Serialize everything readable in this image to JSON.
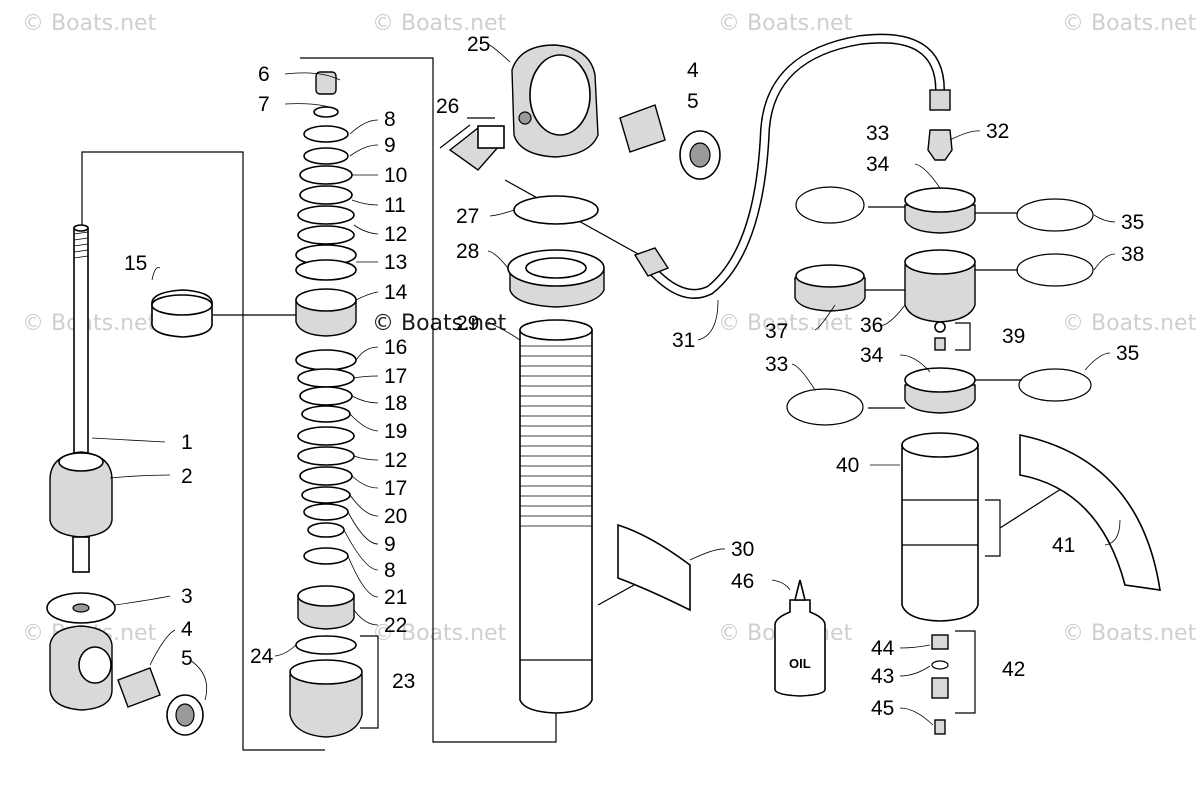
{
  "watermark": {
    "text": "© Boats.net",
    "center_text": "© Boats.net"
  },
  "oil_bottle_label": "OIL",
  "callouts": [
    {
      "id": "c1",
      "text": "1"
    },
    {
      "id": "c2",
      "text": "2"
    },
    {
      "id": "c3",
      "text": "3"
    },
    {
      "id": "c4a",
      "text": "4"
    },
    {
      "id": "c5a",
      "text": "5"
    },
    {
      "id": "c4b",
      "text": "4"
    },
    {
      "id": "c5b",
      "text": "5"
    },
    {
      "id": "c6",
      "text": "6"
    },
    {
      "id": "c7",
      "text": "7"
    },
    {
      "id": "c8a",
      "text": "8"
    },
    {
      "id": "c9a",
      "text": "9"
    },
    {
      "id": "c10",
      "text": "10"
    },
    {
      "id": "c11",
      "text": "11"
    },
    {
      "id": "c12a",
      "text": "12"
    },
    {
      "id": "c13",
      "text": "13"
    },
    {
      "id": "c14",
      "text": "14"
    },
    {
      "id": "c15",
      "text": "15"
    },
    {
      "id": "c16",
      "text": "16"
    },
    {
      "id": "c17a",
      "text": "17"
    },
    {
      "id": "c18",
      "text": "18"
    },
    {
      "id": "c19",
      "text": "19"
    },
    {
      "id": "c12b",
      "text": "12"
    },
    {
      "id": "c17b",
      "text": "17"
    },
    {
      "id": "c20",
      "text": "20"
    },
    {
      "id": "c9b",
      "text": "9"
    },
    {
      "id": "c8b",
      "text": "8"
    },
    {
      "id": "c21",
      "text": "21"
    },
    {
      "id": "c22",
      "text": "22"
    },
    {
      "id": "c23",
      "text": "23"
    },
    {
      "id": "c24",
      "text": "24"
    },
    {
      "id": "c25",
      "text": "25"
    },
    {
      "id": "c26",
      "text": "26"
    },
    {
      "id": "c27",
      "text": "27"
    },
    {
      "id": "c28",
      "text": "28"
    },
    {
      "id": "c29",
      "text": "29"
    },
    {
      "id": "c30",
      "text": "30"
    },
    {
      "id": "c31",
      "text": "31"
    },
    {
      "id": "c32",
      "text": "32"
    },
    {
      "id": "c33a",
      "text": "33"
    },
    {
      "id": "c34a",
      "text": "34"
    },
    {
      "id": "c35a",
      "text": "35"
    },
    {
      "id": "c38",
      "text": "38"
    },
    {
      "id": "c37",
      "text": "37"
    },
    {
      "id": "c36",
      "text": "36"
    },
    {
      "id": "c39",
      "text": "39"
    },
    {
      "id": "c33b",
      "text": "33"
    },
    {
      "id": "c34b",
      "text": "34"
    },
    {
      "id": "c35b",
      "text": "35"
    },
    {
      "id": "c40",
      "text": "40"
    },
    {
      "id": "c41",
      "text": "41"
    },
    {
      "id": "c46",
      "text": "46"
    },
    {
      "id": "c44",
      "text": "44"
    },
    {
      "id": "c43",
      "text": "43"
    },
    {
      "id": "c42",
      "text": "42"
    },
    {
      "id": "c45",
      "text": "45"
    }
  ]
}
